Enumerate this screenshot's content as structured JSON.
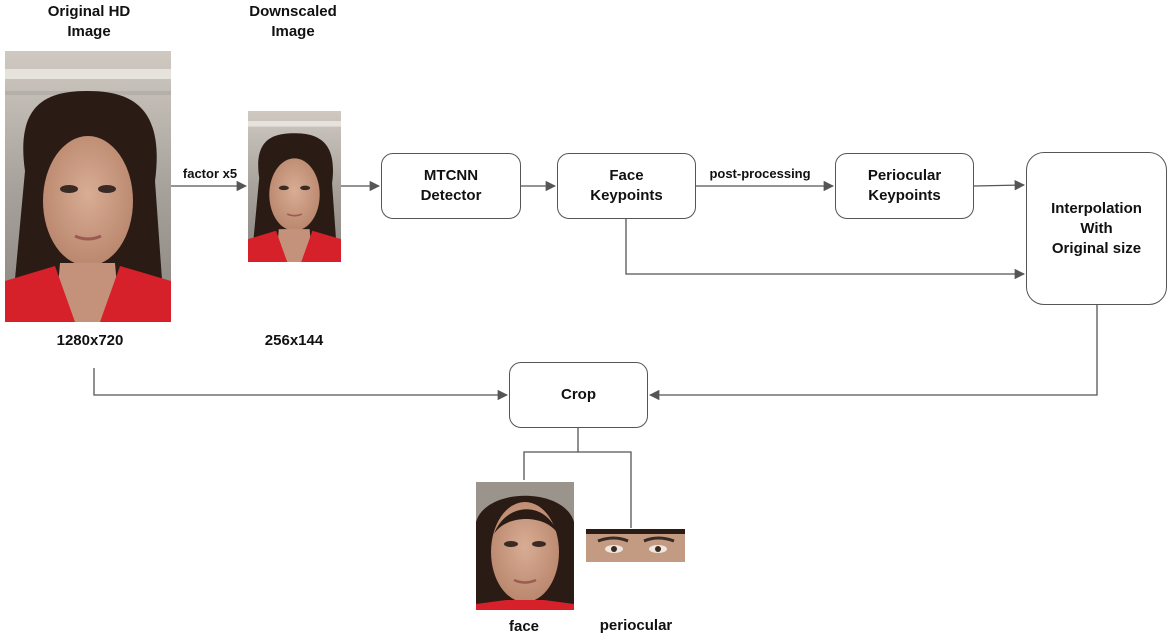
{
  "images": {
    "original": {
      "title_line1": "Original HD",
      "title_line2": "Image",
      "size": "1280x720"
    },
    "downscaled": {
      "title_line1": "Downscaled",
      "title_line2": "Image",
      "size": "256x144"
    },
    "face_crop": {
      "label": "face"
    },
    "periocular_crop": {
      "label": "periocular"
    }
  },
  "nodes": {
    "mtcnn": {
      "line1": "MTCNN",
      "line2": "Detector"
    },
    "face_keypoints": {
      "line1": "Face",
      "line2": "Keypoints"
    },
    "periocular_keypoints": {
      "line1": "Periocular",
      "line2": "Keypoints"
    },
    "interpolation": {
      "line1": "Interpolation",
      "line2": "With",
      "line3": "Original size"
    },
    "crop": {
      "label": "Crop"
    }
  },
  "edges": {
    "downscale_label": "factor x5",
    "postprocess_label": "post-processing"
  },
  "colors": {
    "box_border": "#555555",
    "arrow": "#555555",
    "shirt": "#d6202a",
    "hair": "#2a1b15",
    "skin": "#c99a80"
  }
}
